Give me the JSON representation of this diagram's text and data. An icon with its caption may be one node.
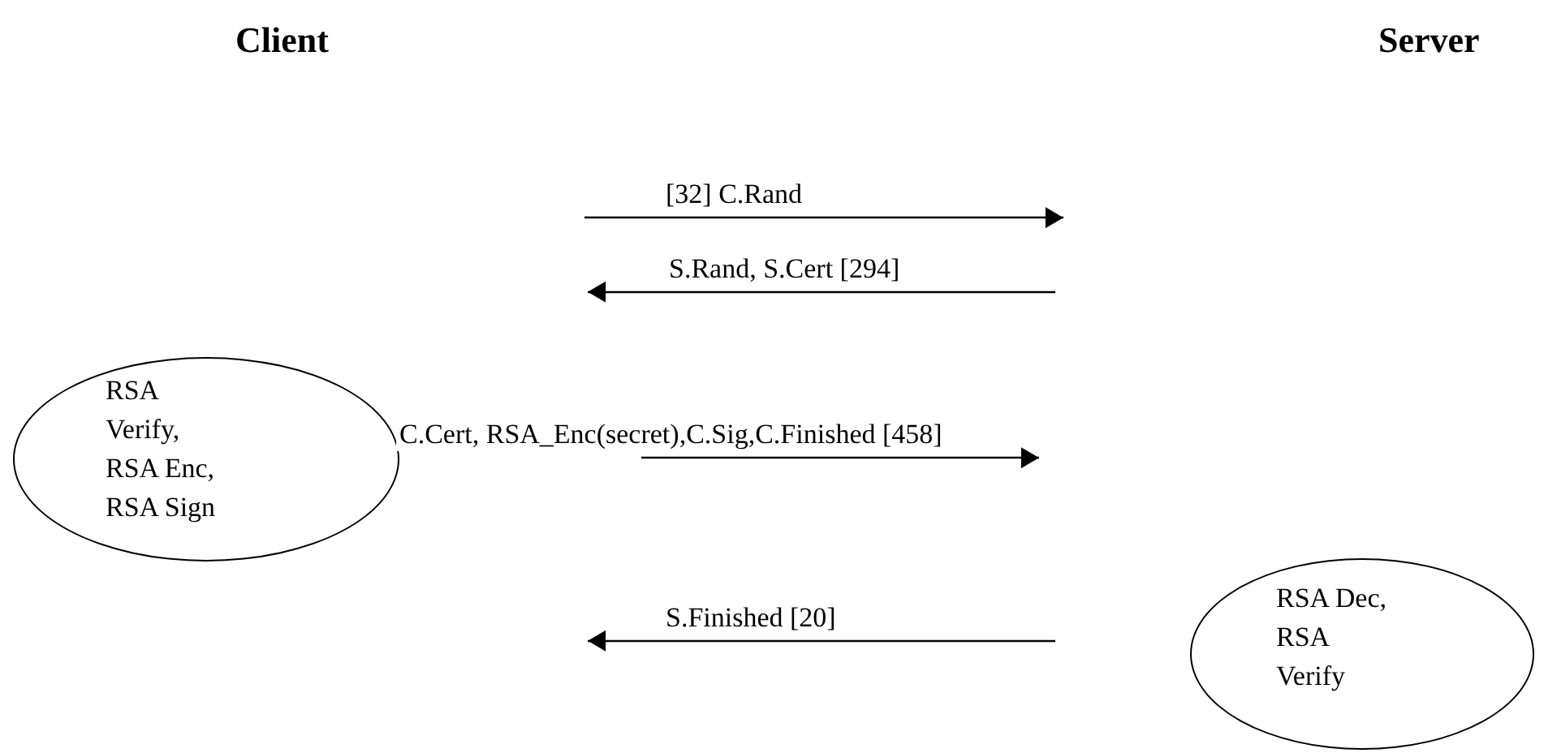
{
  "diagram": {
    "nodes": [
      {
        "text": [
          "Client"
        ]
      },
      {
        "text": [
          "Server"
        ]
      },
      {
        "text": [
          "RSA Verify, RSA Enc, RSA Sign"
        ]
      },
      {
        "text": [
          "RSA Dec, RSA Verify"
        ]
      }
    ],
    "labels": [
      "[32] C.Rand",
      "S.Rand, S.Cert [294]",
      "C.Cert, RSA_Enc(secret),C.Sig,C.Finished [458]",
      "S.Finished [20]"
    ]
  }
}
